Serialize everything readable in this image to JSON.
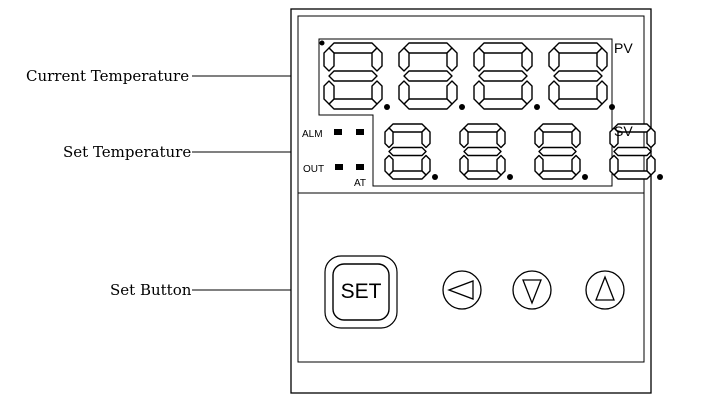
{
  "callouts": {
    "current_temperature": "Current Temperature",
    "set_temperature": "Set Temperature",
    "set_button": "Set Button"
  },
  "display": {
    "pv_label": "PV",
    "sv_label": "SV",
    "alm_label": "ALM",
    "out_label": "OUT",
    "at_label": "AT",
    "pv_digits": "8.8.8.8.",
    "sv_digits": "8.8.8.8."
  },
  "buttons": {
    "set_label": "SET",
    "left_arrow_icon": "triangle-left-icon",
    "down_arrow_icon": "triangle-down-icon",
    "up_arrow_icon": "triangle-up-icon"
  },
  "colors": {
    "ink": "#000000",
    "background": "#ffffff"
  }
}
